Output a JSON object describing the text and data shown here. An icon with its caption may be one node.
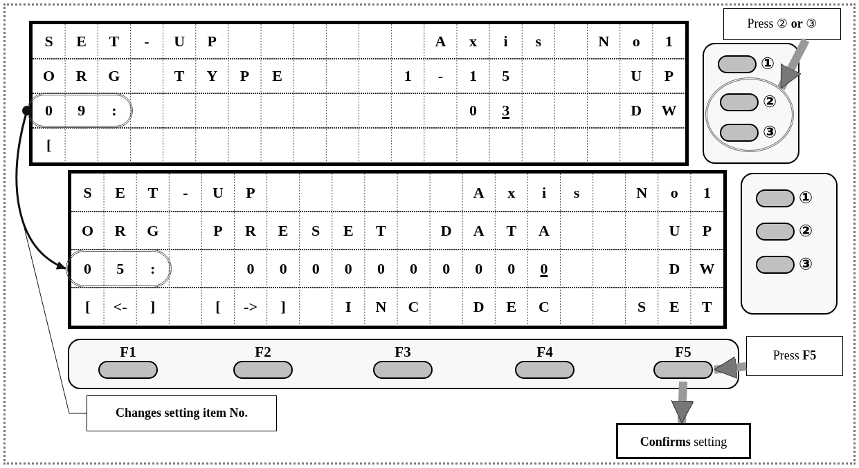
{
  "diagram": {
    "nodes": [
      {
        "text": [
          "S",
          "E",
          "T",
          "-",
          "U",
          "P",
          "A",
          "x",
          "i",
          "s",
          "N",
          "o",
          "1",
          "O",
          "R",
          "G",
          "T",
          "Y",
          "P",
          "E",
          "1",
          "-",
          "1",
          "5",
          "U",
          "P",
          "0",
          "3",
          "D",
          "W",
          "["
        ]
      },
      {
        "text": [
          "0",
          "9",
          ":"
        ],
        "in": 0
      },
      {
        "text": [],
        "shape": "box"
      },
      {
        "text": [
          "①"
        ],
        "in": 2
      },
      {
        "text": [],
        "shape": "circle",
        "in": 2
      },
      {
        "text": [
          "②"
        ],
        "in": 4
      },
      {
        "text": [
          "③"
        ],
        "in": 4
      },
      {
        "text": [
          "Press ② **or** ③"
        ]
      },
      {
        "text": [
          "S",
          "E",
          "T",
          "-",
          "U",
          "P",
          "A",
          "x",
          "i",
          "s",
          "N",
          "o",
          "1",
          "O",
          "R",
          "G",
          "P",
          "R",
          "E",
          "S",
          "E",
          "T",
          "D",
          "A",
          "T",
          "A",
          "U",
          "P",
          "0",
          "0",
          "0",
          "0",
          "0",
          "0",
          "0",
          "0",
          "0",
          "0",
          "D",
          "W",
          "[",
          "<-",
          "]",
          "[",
          "->",
          "]",
          "I",
          "N",
          "C",
          "D",
          "E",
          "C",
          "S",
          "E",
          "T"
        ]
      },
      {
        "text": [
          "0",
          "5",
          ":"
        ],
        "in": 8
      },
      {
        "text": [],
        "shape": "box"
      },
      {
        "text": [
          "①"
        ],
        "in": 10
      },
      {
        "text": [
          "②"
        ],
        "in": 10
      },
      {
        "text": [
          "③"
        ],
        "in": 10
      },
      {
        "text": [],
        "shape": "box"
      },
      {
        "text": [
          "F1"
        ],
        "in": 14
      },
      {
        "text": [
          "F2"
        ],
        "in": 14
      },
      {
        "text": [
          "F3"
        ],
        "in": 14
      },
      {
        "text": [
          "F4"
        ],
        "in": 14
      },
      {
        "text": [
          "F5"
        ],
        "in": 14
      },
      {
        "text": [
          "Press **F5**"
        ]
      },
      {
        "text": [
          "Changes setting item No."
        ]
      },
      {
        "text": [
          "**Confirms** setting"
        ]
      }
    ],
    "edges": [
      {
        "from": 1,
        "to": 9,
        "arrow": "to",
        "color": "#111111"
      },
      {
        "from": 7,
        "to": 4,
        "arrow": "to"
      },
      {
        "from": 20,
        "to": 19,
        "arrow": "to"
      },
      {
        "from": 19,
        "to": 22,
        "arrow": "to"
      },
      {
        "from": 21,
        "to": null,
        "arrow": "none",
        "color": "#111111"
      }
    ]
  }
}
